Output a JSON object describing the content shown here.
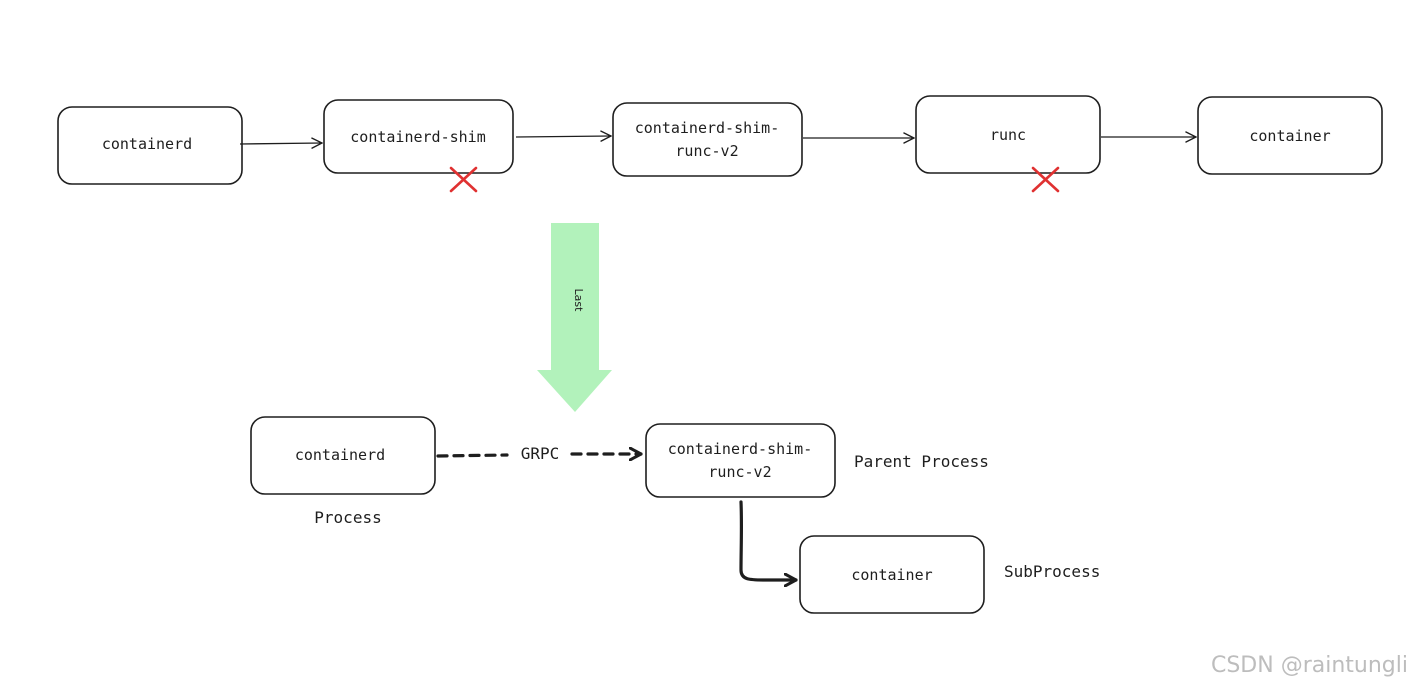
{
  "top_flow": {
    "nodes": [
      {
        "id": "t-containerd",
        "lines": [
          "containerd"
        ]
      },
      {
        "id": "t-shim",
        "lines": [
          "containerd-shim"
        ]
      },
      {
        "id": "t-shim-v2",
        "lines": [
          "containerd-shim-",
          "runc-v2"
        ]
      },
      {
        "id": "t-runc",
        "lines": [
          "runc"
        ]
      },
      {
        "id": "t-container",
        "lines": [
          "container"
        ]
      }
    ],
    "crossed_out": [
      "t-shim",
      "t-runc"
    ]
  },
  "transition": {
    "label": "Last",
    "color": "#b2f2bb"
  },
  "bottom_flow": {
    "nodes": [
      {
        "id": "b-containerd",
        "lines": [
          "containerd"
        ]
      },
      {
        "id": "b-shim-v2",
        "lines": [
          "containerd-shim-",
          "runc-v2"
        ]
      },
      {
        "id": "b-container",
        "lines": [
          "container"
        ]
      }
    ],
    "grpc_label": "GRPC",
    "annotations": {
      "process": "Process",
      "parent_process": "Parent Process",
      "subprocess": "SubProcess"
    }
  },
  "colors": {
    "stroke": "#1e1e1e",
    "cross": "#e03131",
    "arrow_fill": "#b2f2bb"
  },
  "watermark": "CSDN @raintungli"
}
